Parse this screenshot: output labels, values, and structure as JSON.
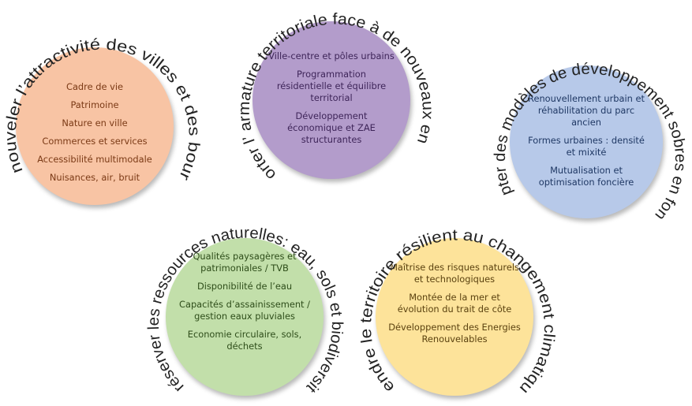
{
  "circles": [
    {
      "arc_title": "Renouveler l’attractivité des villes et des bourgs",
      "items": [
        "Cadre de vie",
        "Patrimoine",
        "Nature en ville",
        "Commerces et services",
        "Accessibilité multimodale",
        "Nuisances, air, bruit"
      ],
      "color": "#f8c4a4",
      "text_color": "#7b3a16"
    },
    {
      "arc_title": "Conforter l’ armature territoriale face à de nouveaux enjeux",
      "items": [
        "Ville-centre et pôles urbains",
        "Programmation résidentielle et équilibre territorial",
        "Développement économique et ZAE structurantes"
      ],
      "color": "#b39ccb",
      "text_color": "#3e2559"
    },
    {
      "arc_title": "Adopter des modèles de développement sobres en foncier",
      "items": [
        "Renouvellement urbain et réhabilitation du parc ancien",
        "Formes urbaines : densité et mixité",
        "Mutualisation et optimisation foncière"
      ],
      "color": "#b7c9e9",
      "text_color": "#1f3864"
    },
    {
      "arc_title": "Préserver les ressources naturelles: eau, sols et biodiversité",
      "items": [
        "Qualités paysagères et patrimoniales / TVB",
        "Disponibilité de l’eau",
        "Capacités d’assainissement / gestion eaux pluviales",
        "Economie circulaire, sols, déchets"
      ],
      "color": "#c2dfaa",
      "text_color": "#2e4d1a"
    },
    {
      "arc_title": "Rendre le territoire résilient au changement climatique",
      "items": [
        "Maîtrise des risques naturels et technologiques",
        "Montée de la mer et évolution du trait de côte",
        "Développement des Energies Renouvelables"
      ],
      "color": "#fde39a",
      "text_color": "#5b4210"
    }
  ]
}
